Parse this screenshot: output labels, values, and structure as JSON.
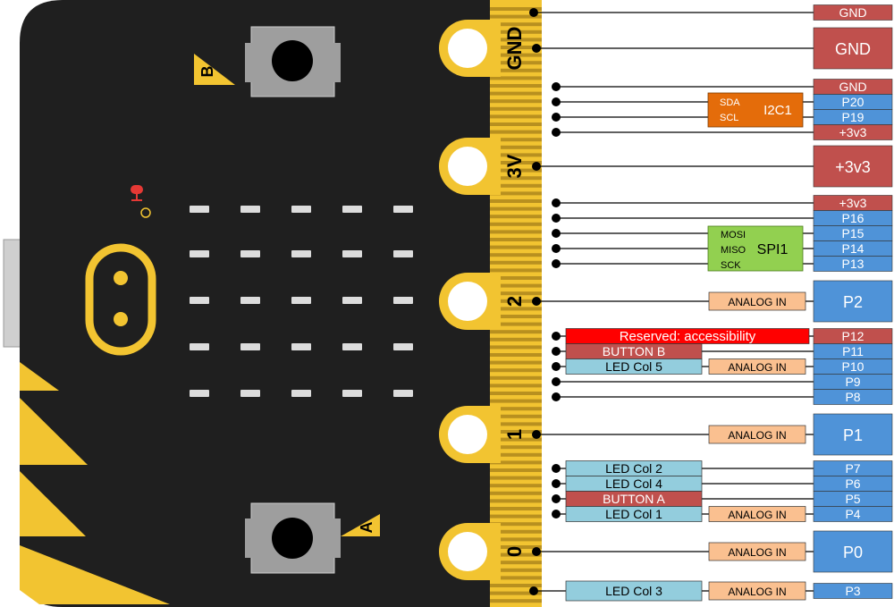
{
  "board": {
    "button_a_label": "A",
    "button_b_label": "B",
    "pad_labels": {
      "gnd": "GND",
      "v3": "3V",
      "p2": "2",
      "p1": "1",
      "p0": "0"
    }
  },
  "groups": {
    "i2c": {
      "title": "I2C1",
      "signals": [
        "SDA",
        "SCL"
      ]
    },
    "spi": {
      "title": "SPI1",
      "signals": [
        "MOSI",
        "MISO",
        "SCK"
      ]
    }
  },
  "pins": [
    {
      "label": "GND",
      "kind": "power"
    },
    {
      "label": "GND",
      "kind": "power"
    },
    {
      "label": "GND",
      "kind": "power"
    },
    {
      "label": "P20",
      "kind": "gpio"
    },
    {
      "label": "P19",
      "kind": "gpio"
    },
    {
      "label": "+3v3",
      "kind": "power"
    },
    {
      "label": "+3v3",
      "kind": "power"
    },
    {
      "label": "+3v3",
      "kind": "power"
    },
    {
      "label": "P16",
      "kind": "gpio"
    },
    {
      "label": "P15",
      "kind": "gpio"
    },
    {
      "label": "P14",
      "kind": "gpio"
    },
    {
      "label": "P13",
      "kind": "gpio"
    },
    {
      "label": "P2",
      "kind": "gpio"
    },
    {
      "label": "P12",
      "kind": "reserved"
    },
    {
      "label": "P11",
      "kind": "gpio"
    },
    {
      "label": "P10",
      "kind": "gpio"
    },
    {
      "label": "P9",
      "kind": "gpio"
    },
    {
      "label": "P8",
      "kind": "gpio"
    },
    {
      "label": "P1",
      "kind": "gpio"
    },
    {
      "label": "P7",
      "kind": "gpio"
    },
    {
      "label": "P6",
      "kind": "gpio"
    },
    {
      "label": "P5",
      "kind": "gpio"
    },
    {
      "label": "P4",
      "kind": "gpio"
    },
    {
      "label": "P0",
      "kind": "gpio"
    },
    {
      "label": "P3",
      "kind": "gpio"
    }
  ],
  "functions": {
    "p12": "Reserved: accessibility",
    "p11": "BUTTON B",
    "p10": "LED Col 5",
    "p7": "LED Col 2",
    "p6": "LED Col 4",
    "p5": "BUTTON A",
    "p4": "LED Col 1",
    "p3": "LED Col 3"
  },
  "analog_in_label": "ANALOG IN",
  "colors": {
    "board": "#1f1f1f",
    "gold": "#f2c431",
    "power_red": "#c0504d",
    "gpio_blue": "#4f93d8",
    "i2c_orange": "#e46c0a",
    "spi_green": "#92d050",
    "analog_peach": "#fac090",
    "led_cyan": "#93cddd",
    "reserved_red": "#ff0000"
  }
}
